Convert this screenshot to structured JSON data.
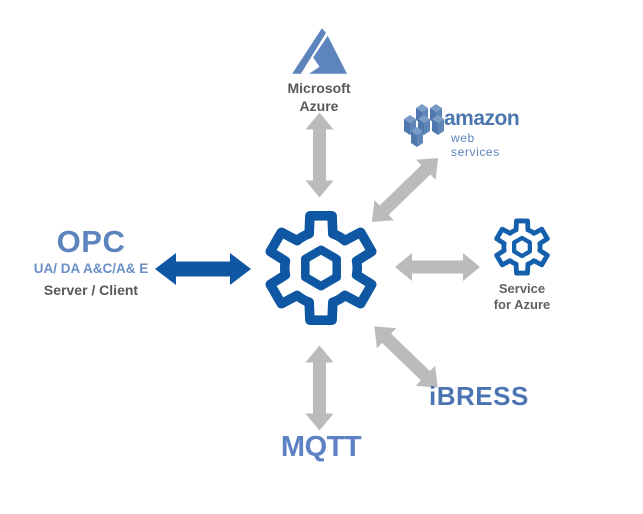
{
  "diagram": {
    "description": "Gateway connectivity diagram: central gear hub linked by double-headed arrows to cloud services and protocols",
    "center": {
      "icon": "gear"
    },
    "nodes": {
      "azure": {
        "line1": "Microsoft",
        "line2": "Azure"
      },
      "aws": {
        "brand": "amazon",
        "sub": "web services"
      },
      "service_azure": {
        "line1": "Service",
        "line2": "for Azure"
      },
      "ibress": {
        "label": "iBRESS"
      },
      "mqtt": {
        "label": "MQTT"
      },
      "opc": {
        "title": "OPC",
        "protocols": "UA/ DA  A&C/A& E",
        "roles": "Server / Client"
      }
    },
    "connections": [
      {
        "from": "center",
        "to": "azure",
        "style": "gray double arrow, vertical"
      },
      {
        "from": "center",
        "to": "aws",
        "style": "gray double arrow, diagonal"
      },
      {
        "from": "center",
        "to": "service_azure",
        "style": "gray double arrow, horizontal"
      },
      {
        "from": "center",
        "to": "ibress",
        "style": "gray double arrow, diagonal"
      },
      {
        "from": "center",
        "to": "mqtt",
        "style": "gray double arrow, vertical"
      },
      {
        "from": "center",
        "to": "opc",
        "style": "blue double arrow, horizontal"
      }
    ],
    "colors": {
      "gear_blue": "#0F57A3",
      "brand_blue": "#5D84BF",
      "aws_blue": "#4C77AE",
      "ibress_blue": "#4A74B2",
      "mqtt_blue": "#5C81C4",
      "arrow_gray": "#BBBBBB",
      "text_gray": "#595959",
      "background": "#FFFFFF"
    }
  }
}
